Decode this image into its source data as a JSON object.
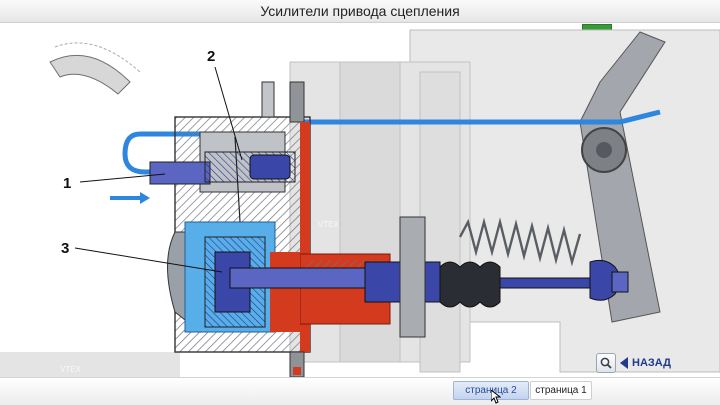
{
  "window": {
    "title": "Усилители привода сцепления"
  },
  "diagram": {
    "callouts": [
      "1",
      "2",
      "3"
    ],
    "watermark": "VTEX"
  },
  "nav": {
    "back_label": "НАЗАД"
  },
  "pages": {
    "tabs": [
      {
        "label": "страница 2",
        "active": true
      },
      {
        "label": "страница 1",
        "active": false
      }
    ]
  },
  "colors": {
    "pipe": "#2e86de",
    "oil": "#d43a1e",
    "metal": "#8a8f96",
    "piston": "#3a46a8"
  }
}
